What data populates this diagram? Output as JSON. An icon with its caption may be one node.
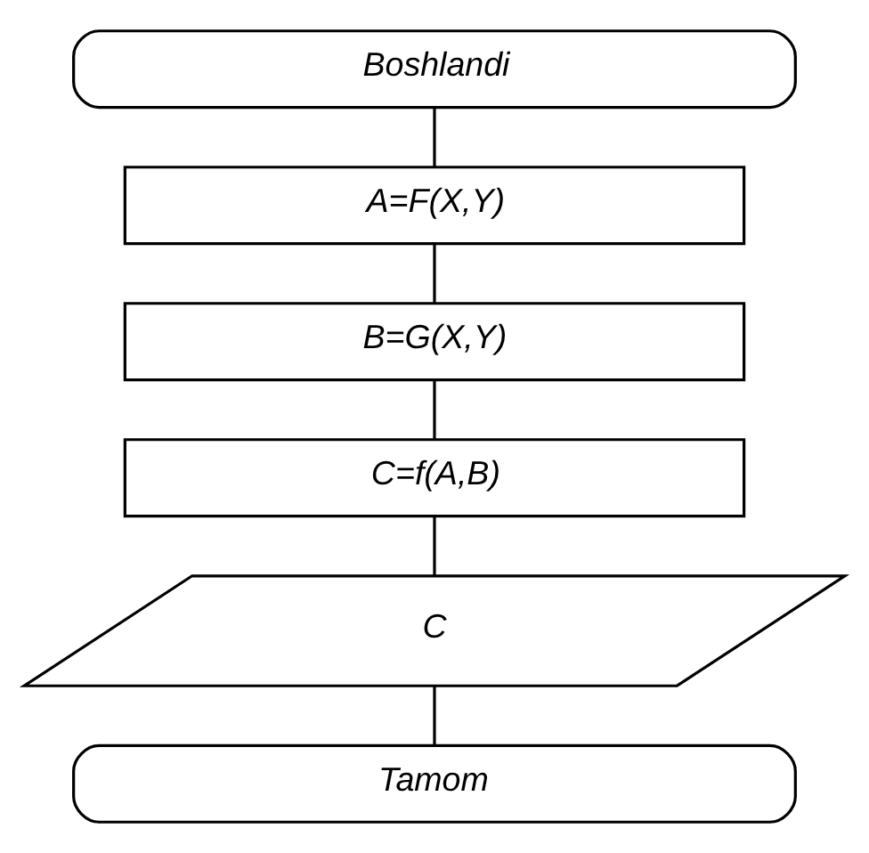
{
  "diagram": {
    "nodes": [
      {
        "text": [
          "Boshlandi"
        ]
      },
      {
        "text": [
          "A=F(X,Y)"
        ]
      },
      {
        "text": [
          "B=G(X,Y)"
        ]
      },
      {
        "text": [
          "C=f(A,B)"
        ]
      },
      {
        "text": [
          "C"
        ]
      },
      {
        "text": [
          "Tamom"
        ]
      }
    ],
    "edges": [
      {
        "from": 0,
        "to": 1,
        "arrow": "none"
      },
      {
        "from": 1,
        "to": 2,
        "arrow": "none"
      },
      {
        "from": 2,
        "to": 3,
        "arrow": "none"
      },
      {
        "from": 3,
        "to": 4,
        "arrow": "none"
      },
      {
        "from": 4,
        "to": 5,
        "arrow": "none"
      }
    ]
  }
}
